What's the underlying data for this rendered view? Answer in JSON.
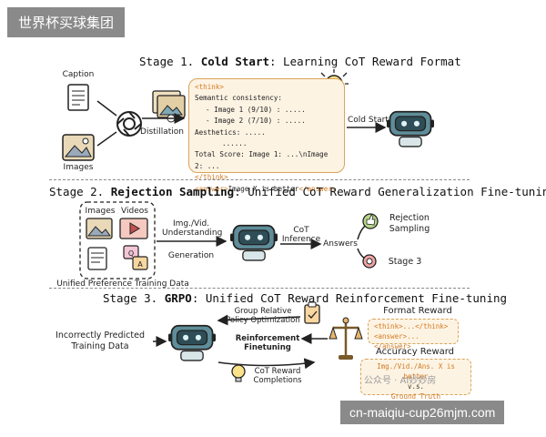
{
  "brand": "世界杯买球集团",
  "stage1": {
    "prefix": "Stage 1. ",
    "title": "Cold Start",
    "rest": ": Learning CoT Reward Format",
    "caption": "Caption",
    "images": "Images",
    "distillation": "Distillation",
    "cold_start": "Cold Start",
    "think_open": "<think>",
    "semantic": "Semantic consistency:",
    "img1": "- Image 1 (9/10) : .....",
    "img2": "- Image 2 (7/10) : .....",
    "aesthetics": "Aesthetics: .....",
    "dots": "......",
    "total": "Total Score: Image 1: ...\\nImage 2: ...",
    "think_close": "</think>",
    "answer_open": "<answer>",
    "answer_text": "Image X is better",
    "answer_close": "</answer>"
  },
  "stage2": {
    "prefix": "Stage 2. ",
    "title": "Rejection Sampling",
    "rest": ": Unified CoT Reward Generalization Fine-tuning",
    "images": "Images",
    "videos": "Videos",
    "data_label": "Unified Preference Training Data",
    "understanding": "Img./Vid.\nUnderstanding",
    "generation": "Generation",
    "cot_inference": "CoT\nInference",
    "answers": "Answers",
    "rejection": "Rejection\nSampling",
    "stage3": "Stage 3"
  },
  "stage3": {
    "prefix": "Stage 3. ",
    "title": "GRPO",
    "rest": ": Unified CoT Reward Reinforcement Fine-tuning",
    "incorrect": "Incorrectly Predicted\nTraining Data",
    "grpo_full": "Group Relative\nPolicy Optimization",
    "rf": "Reinforcement\nFinetuning",
    "cot_completions": "CoT Reward\nCompletions",
    "format_reward": "Format Reward",
    "format_line1": "<think>...</think>",
    "format_line2": "<answer>...</answer>",
    "accuracy_reward": "Accuracy Reward",
    "acc_line1": "Img./Vid./Ans. X is better",
    "acc_line2": "v.s.",
    "acc_line3": "Ground Truth"
  },
  "watermark": "公众号 · AI妙妙房",
  "footer": "cn-maiqiu-cup26mjm.com",
  "colors": {
    "accent": "#d17a22",
    "box_fill": "#fdf3e3",
    "box_border": "#d9a45a",
    "robot": "#4a7d8c"
  }
}
